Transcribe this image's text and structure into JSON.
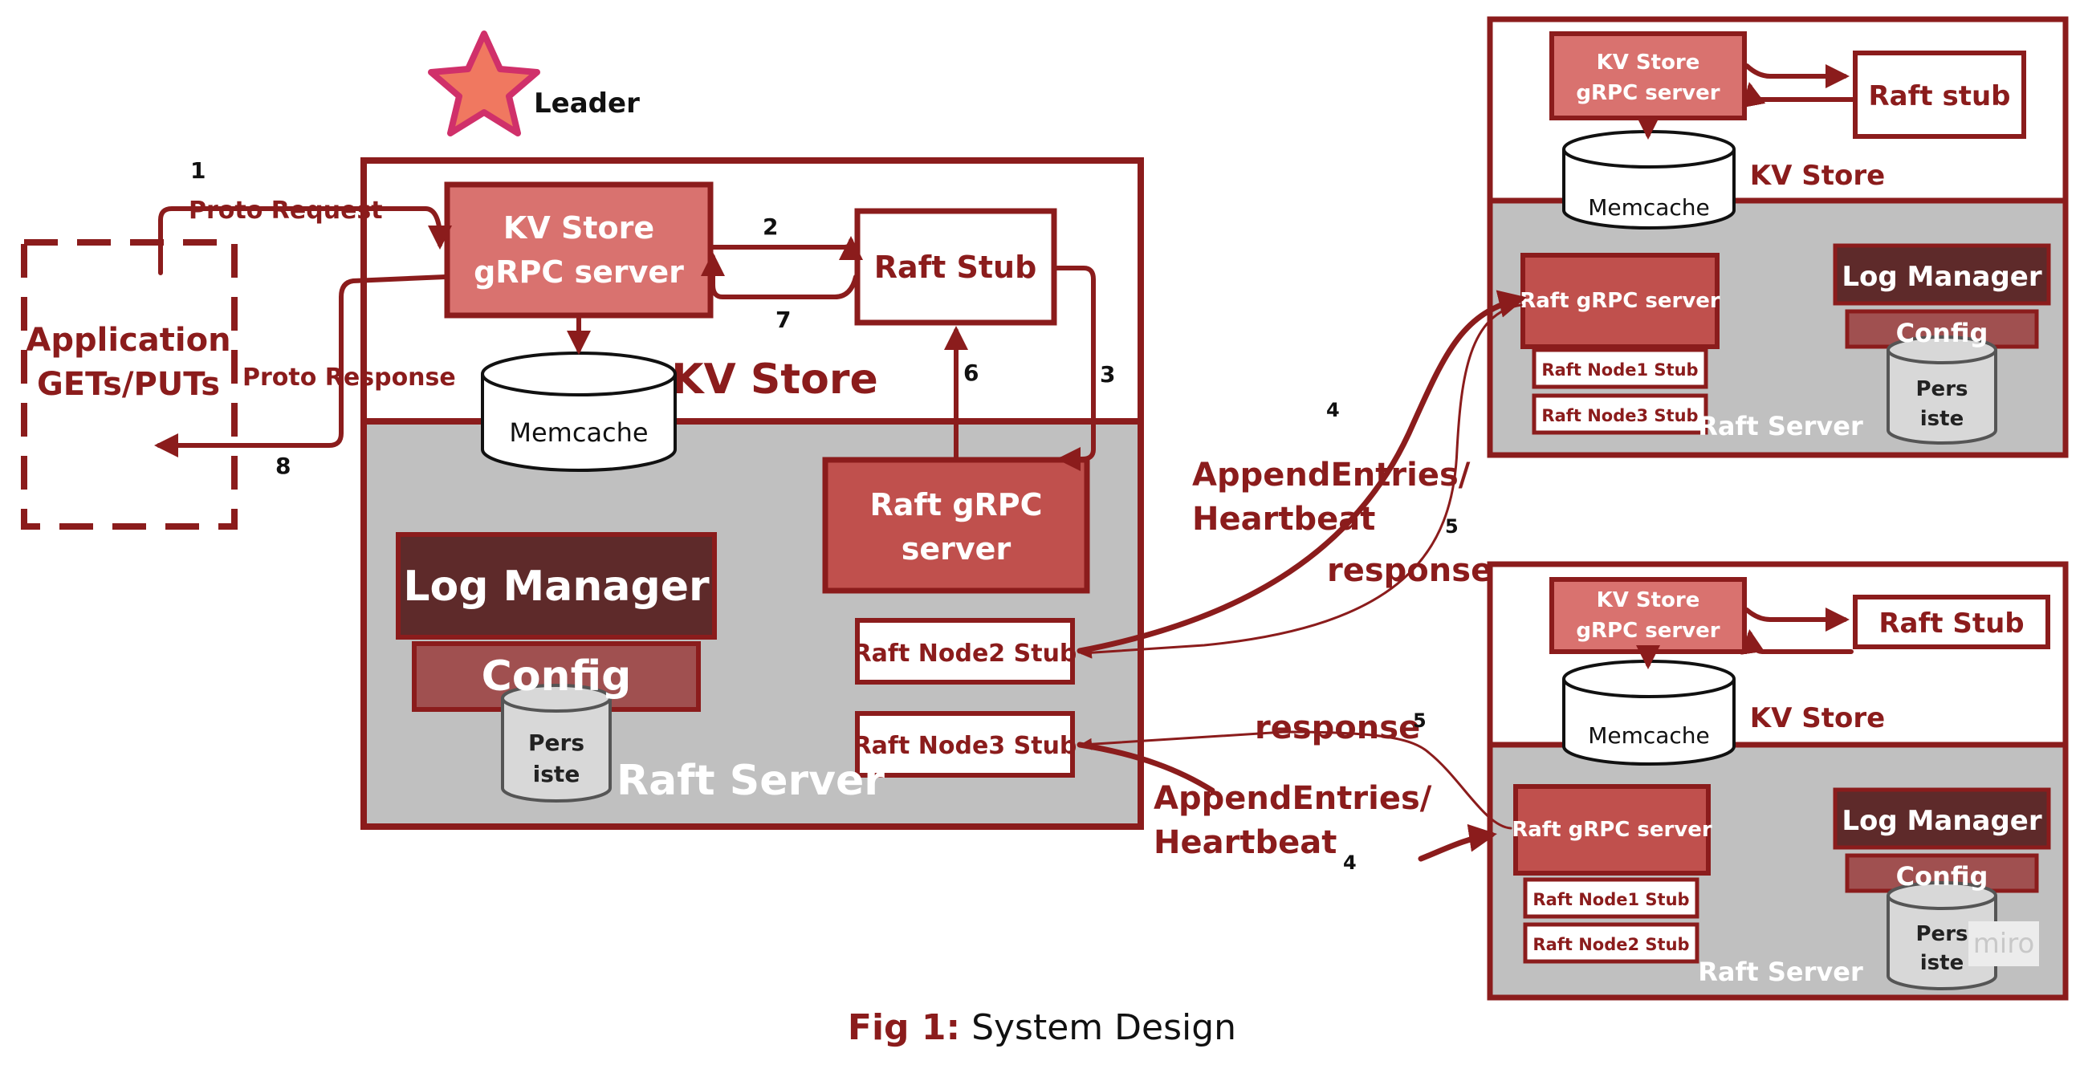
{
  "leader_label": "Leader",
  "application": {
    "line1": "Application",
    "line2": "GETs/PUTs"
  },
  "leader_node": {
    "kv_grpc": {
      "line1": "KV Store",
      "line2": "gRPC server"
    },
    "raft_stub": "Raft Stub",
    "kv_store_label": "KV Store",
    "memcache": "Memcache",
    "log_manager": "Log Manager",
    "config": "Config",
    "persist": {
      "line1": "Pers",
      "line2": "iste"
    },
    "raft_grpc": {
      "line1": "Raft gRPC",
      "line2": "server"
    },
    "node2_stub": "Raft Node2 Stub",
    "node3_stub": "Raft Node3 Stub",
    "raft_server_label": "Raft Server"
  },
  "follower_top": {
    "kv_grpc": {
      "line1": "KV Store",
      "line2": "gRPC server"
    },
    "raft_stub": "Raft stub",
    "kv_store_label": "KV Store",
    "memcache": "Memcache",
    "raft_grpc": "Raft gRPC server",
    "stub_a": "Raft Node1 Stub",
    "stub_b": "Raft Node3 Stub",
    "log_manager": "Log Manager",
    "config": "Config",
    "persist": {
      "line1": "Pers",
      "line2": "iste"
    },
    "raft_server_label": "Raft Server"
  },
  "follower_bottom": {
    "kv_grpc": {
      "line1": "KV Store",
      "line2": "gRPC server"
    },
    "raft_stub": "Raft Stub",
    "kv_store_label": "KV Store",
    "memcache": "Memcache",
    "raft_grpc": "Raft gRPC server",
    "stub_a": "Raft Node1 Stub",
    "stub_b": "Raft Node2 Stub",
    "log_manager": "Log Manager",
    "config": "Config",
    "persist": {
      "line1": "Pers",
      "line2": "iste"
    },
    "raft_server_label": "Raft Server"
  },
  "arrows": {
    "proto_request": "Proto Request",
    "proto_response": "Proto Response",
    "append_top": {
      "line1": "AppendEntries/",
      "line2": "Heartbeat"
    },
    "append_bottom": {
      "line1": "AppendEntries/",
      "line2": "Heartbeat"
    },
    "response_top": "response",
    "response_bottom": "response",
    "steps": {
      "s1": "1",
      "s2": "2",
      "s3": "3",
      "s4a": "4",
      "s4b": "4",
      "s5a": "5",
      "s5b": "5",
      "s6": "6",
      "s7": "7",
      "s8": "8"
    }
  },
  "caption": {
    "prefix": "Fig 1:",
    "text": " System Design"
  },
  "watermark": "miro",
  "colors": {
    "dark_red": "#8b1c1c",
    "box_red": "#c0504d",
    "light_red": "#d9726f",
    "log_manager": "#5e2a2a",
    "config": "#a05050",
    "server_gray": "#c0c0c0"
  }
}
